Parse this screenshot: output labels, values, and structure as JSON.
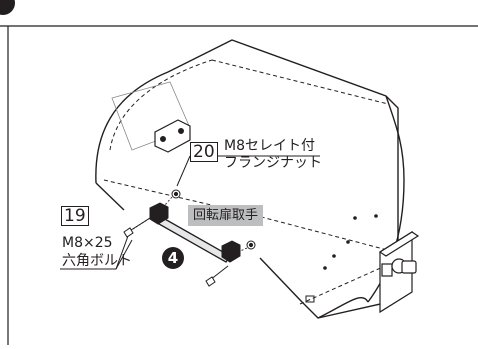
{
  "step_number": "4",
  "parts": [
    {
      "number": "20",
      "line1": "M8セレイト付",
      "line2": "フランジナット"
    },
    {
      "number": "19",
      "line1": "M8×25",
      "line2": "六角ボルト"
    }
  ],
  "handle_label": "回転扉取手",
  "colors": {
    "line": "#231f20",
    "tag_bg": "#bcbec0",
    "handle_fill": "#e6e7e8",
    "bracket_fill": "#231f20"
  }
}
